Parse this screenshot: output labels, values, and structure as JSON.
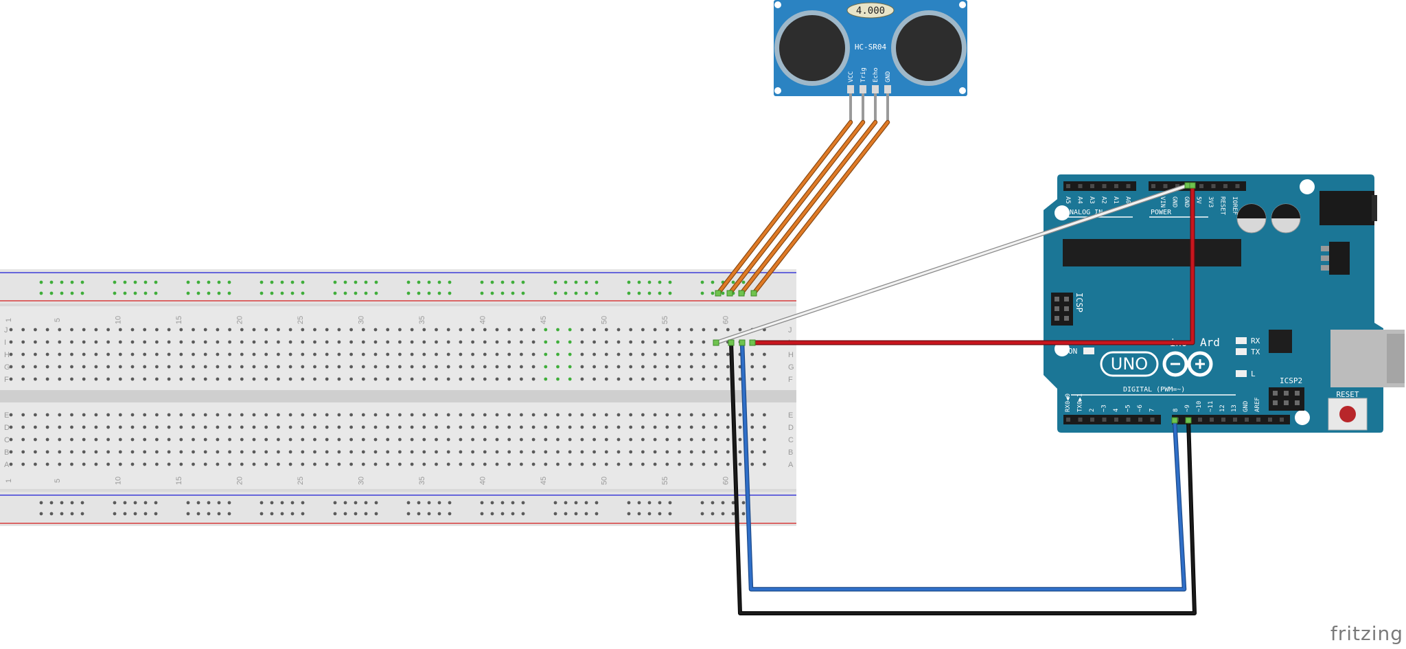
{
  "sensor": {
    "display": "4.000",
    "model": "HC-SR04",
    "pins": [
      "VCC",
      "Trig",
      "Echo",
      "GND"
    ]
  },
  "breadboard": {
    "column_numbers": [
      "1",
      "5",
      "10",
      "15",
      "20",
      "25",
      "30",
      "35",
      "40",
      "45",
      "50",
      "55",
      "60"
    ],
    "row_letters_top": [
      "J",
      "I",
      "H",
      "G",
      "F"
    ],
    "row_letters_bottom": [
      "E",
      "D",
      "C",
      "B",
      "A"
    ]
  },
  "arduino": {
    "analog_label": "ANALOG IN",
    "analog_pins": [
      "A5",
      "A4",
      "A3",
      "A2",
      "A1",
      "A0"
    ],
    "power_label": "POWER",
    "power_pins": [
      "VIN",
      "GND",
      "GND",
      "5V",
      "3V3",
      "RESET",
      "IOREF"
    ],
    "icsp": "ICSP",
    "icsp2": "ICSP2",
    "reset": "RESET",
    "on": "ON",
    "rx": "RX",
    "tx": "TX",
    "l": "L",
    "brand": "Ard",
    "brand2": "ino",
    "model": "UNO",
    "digital_label": "DIGITAL (PWM=~)",
    "digital_left": [
      "RX0◀0",
      "TX0▶1",
      "2",
      "~3",
      "4",
      "~5",
      "~6",
      "7"
    ],
    "digital_right": [
      "8",
      "~9",
      "~10",
      "~11",
      "12",
      "13",
      "GND",
      "AREF"
    ]
  },
  "colors": {
    "sensor_board": "#2b83c2",
    "arduino_board": "#1b7696",
    "wire_orange": "#e07a25",
    "wire_red": "#c8161e",
    "wire_black": "#1a1a1a",
    "wire_blue": "#2f6fc8",
    "wire_white": "#f2f2f2"
  },
  "watermark": "fritzing"
}
